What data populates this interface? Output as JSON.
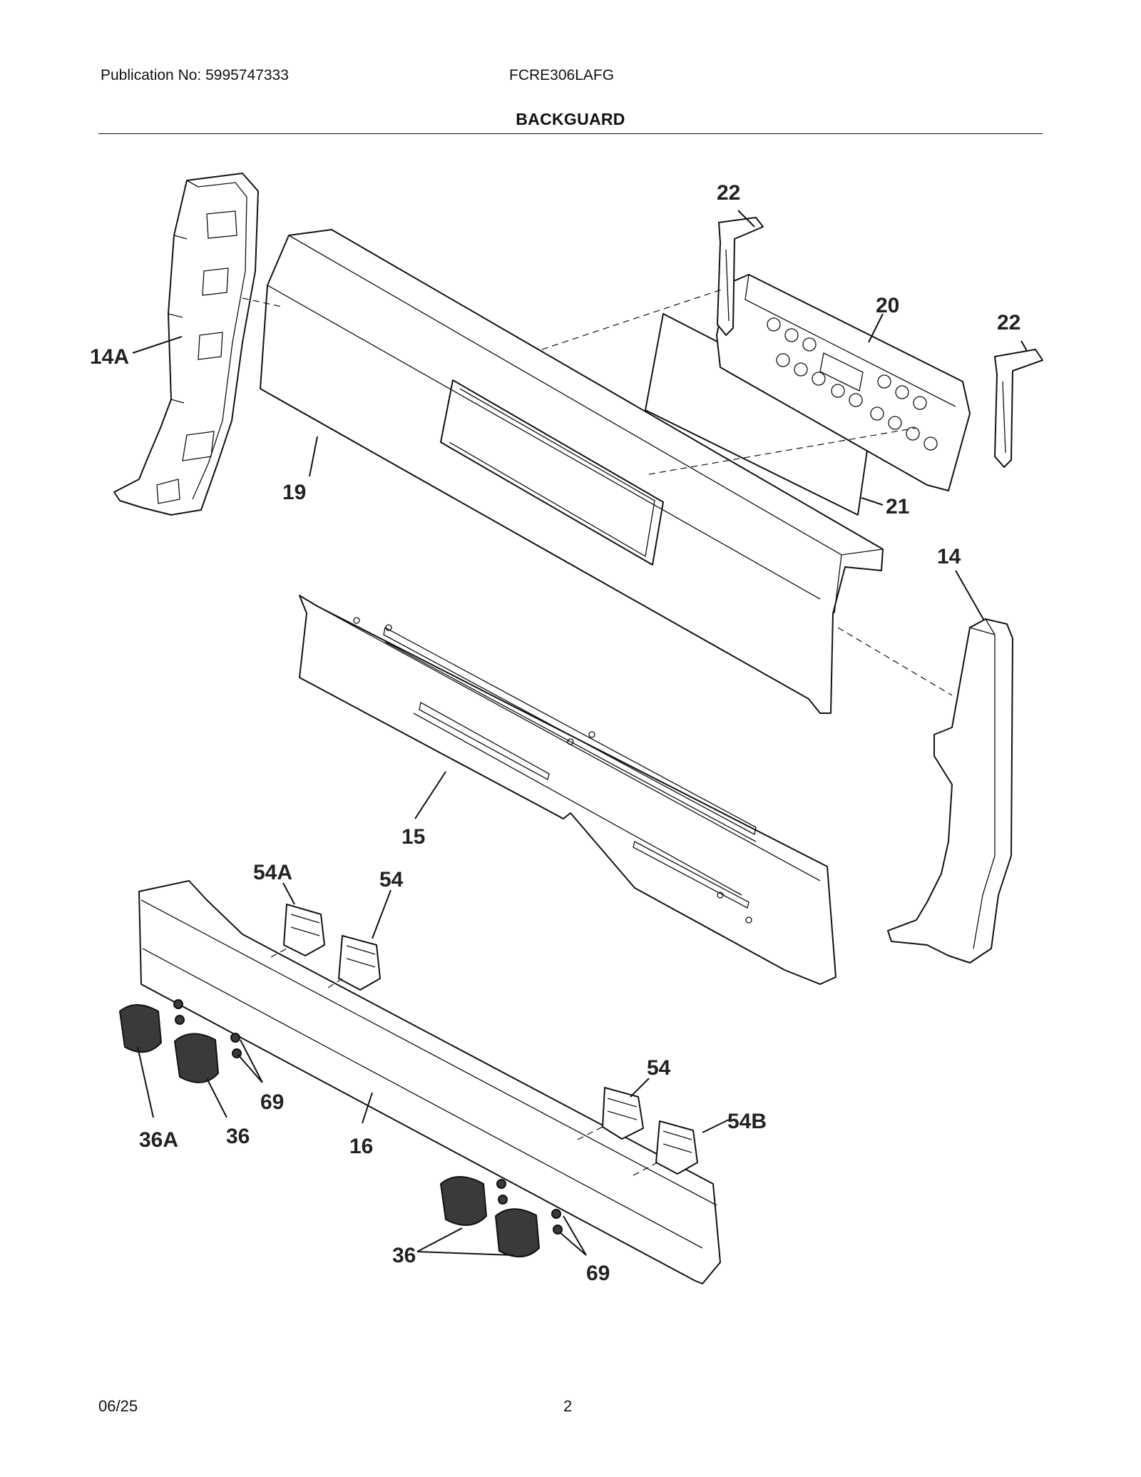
{
  "header": {
    "publication": "Publication No: 5995747333",
    "model": "FCRE306LAFG",
    "section_title": "BACKGUARD"
  },
  "callouts": [
    "22",
    "20",
    "22",
    "14A",
    "19",
    "21",
    "14",
    "15",
    "54A",
    "54",
    "69",
    "36A",
    "36",
    "16",
    "54",
    "54B",
    "36",
    "69"
  ],
  "footer": {
    "date": "06/25",
    "page": "2"
  }
}
